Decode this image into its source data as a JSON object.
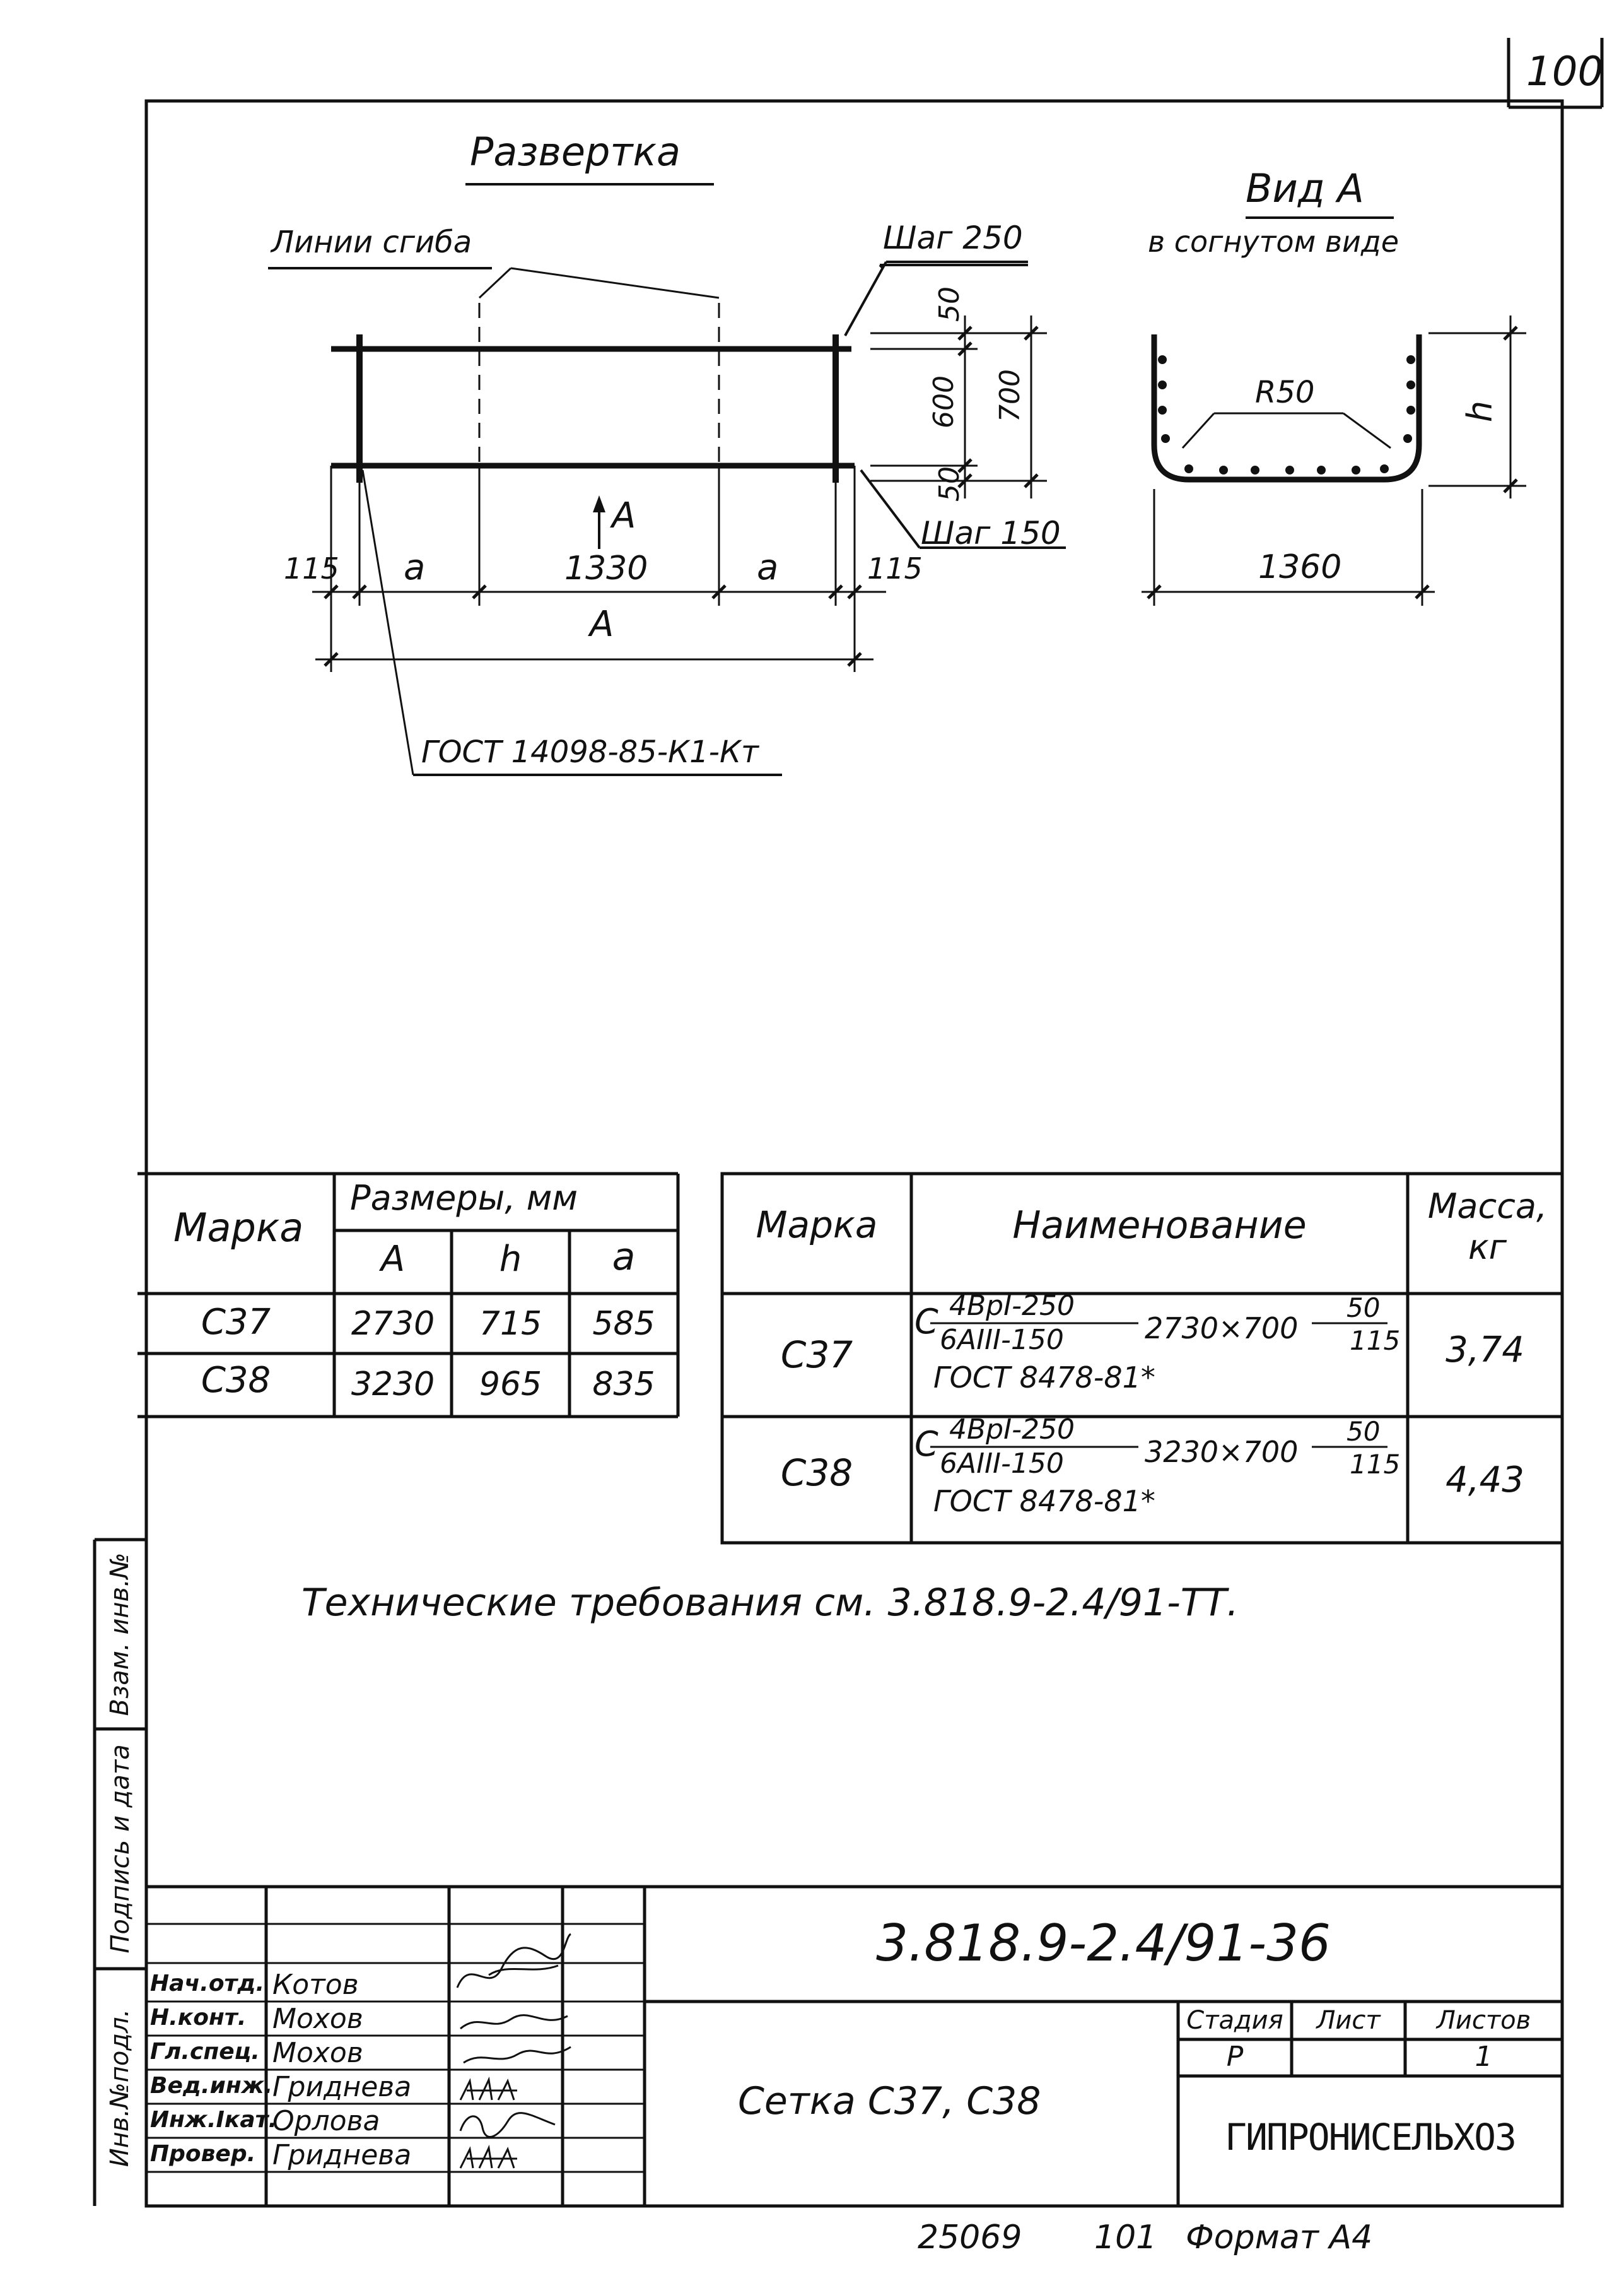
{
  "sheet_number": "100",
  "unfold": {
    "title": "Развертка",
    "bend_lines_label": "Линии сгиба",
    "step_top": "Шаг 250",
    "step_bottom": "Шаг 150",
    "dim_50_top": "50",
    "dim_600": "600",
    "dim_700": "700",
    "dim_50_bottom": "50",
    "arrow_label": "A",
    "dim_115_left": "115",
    "dim_a_left": "a",
    "dim_1330": "1330",
    "dim_a_right": "a",
    "dim_115_right": "115",
    "dim_A_total": "A",
    "gost_weld": "ГОСТ 14098-85-К1-Кт"
  },
  "view_a": {
    "title": "Вид А",
    "subtitle": "в согнутом виде",
    "radius": "R50",
    "height_label": "h",
    "width": "1360"
  },
  "sizes_table": {
    "col_mark": "Марка",
    "col_sizes": "Размеры, мм",
    "sub_A": "A",
    "sub_h": "h",
    "sub_a": "a",
    "rows": [
      {
        "mark": "С37",
        "A": "2730",
        "h": "715",
        "a": "585"
      },
      {
        "mark": "С38",
        "A": "3230",
        "h": "965",
        "a": "835"
      }
    ]
  },
  "spec_table": {
    "col_mark": "Марка",
    "col_name": "Наименование",
    "col_mass": "Масса, кг",
    "rows": [
      {
        "mark": "С37",
        "prefix": "С",
        "num": "4ВрI-250",
        "den": "6АIII-150",
        "size": "2730×700",
        "frac_num": "50",
        "frac_den": "115",
        "gost": "ГОСТ 8478-81*",
        "mass": "3,74"
      },
      {
        "mark": "С38",
        "prefix": "С",
        "num": "4ВрI-250",
        "den": "6АIII-150",
        "size": "3230×700",
        "frac_num": "50",
        "frac_den": "115",
        "gost": "ГОСТ 8478-81*",
        "mass": "4,43"
      }
    ]
  },
  "tech_requirements": "Технические требования см. 3.818.9-2.4/91-ТТ.",
  "side_stamp": {
    "inv_podl": "Инв.№подл.",
    "podpis_data": "Подпись и дата",
    "vzam_inv": "Взам. инв.№"
  },
  "title_block": {
    "doc_code": "3.818.9-2.4/91-36",
    "sheet_name": "Сетка С37, С38",
    "stage_label": "Стадия",
    "sheet_label": "Лист",
    "sheets_label": "Листов",
    "stage_value": "Р",
    "sheet_value": "",
    "sheets_value": "1",
    "organization": "ГИПРОНИСЕЛЬХОЗ",
    "staff": [
      {
        "role": "Нач.отд.",
        "name": "Котов"
      },
      {
        "role": "Н.конт.",
        "name": "Мохов"
      },
      {
        "role": "Гл.спец.",
        "name": "Мохов"
      },
      {
        "role": "Вед.инж.",
        "name": "Гриднева"
      },
      {
        "role": "Инж.Iкат.",
        "name": "Орлова"
      },
      {
        "role": "Провер.",
        "name": "Гриднева"
      }
    ]
  },
  "footer": {
    "number": "25069",
    "page": "101",
    "format": "Формат А4"
  }
}
